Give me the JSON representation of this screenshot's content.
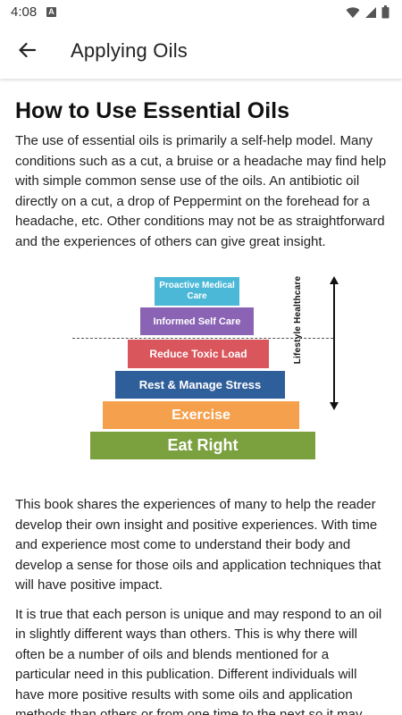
{
  "status_bar": {
    "time": "4:08",
    "notification_icon": "A"
  },
  "app_bar": {
    "title": "Applying Oils"
  },
  "article": {
    "heading": "How to Use Essential Oils",
    "paragraphs": [
      "The use of essential oils is primarily a self-help model. Many conditions such as a cut, a bruise or a headache may find help with simple common sense use of the oils. An antibiotic oil directly on a cut, a drop of Peppermint on the forehead for a headache, etc. Other conditions may not be as straightforward and the experiences of others can give great insight.",
      "This book shares the experiences of many to help the reader develop their own insight and positive experiences. With time and experience most come to understand their body and develop a sense for those oils and application techniques that will have positive impact.",
      "It is true that each person is unique and may respond to an oil in slightly different ways than others. This is why there will often be a number of oils and blends mentioned for a particular need in this publication. Different individuals will have more positive results with some oils and application methods than others or from one time to the next so it may"
    ]
  },
  "pyramid": {
    "tiers": [
      {
        "label": "Proactive Medical Care",
        "color": "#4bb8d8"
      },
      {
        "label": "Informed Self Care",
        "color": "#8a63b4"
      },
      {
        "label": "Reduce Toxic Load",
        "color": "#d9565c"
      },
      {
        "label": "Rest & Manage Stress",
        "color": "#2f5f9a"
      },
      {
        "label": "Exercise",
        "color": "#f5a04c"
      },
      {
        "label": "Eat Right",
        "color": "#7ba03e"
      }
    ],
    "side_label_lines": [
      "Lifestyle",
      "Healthcare"
    ]
  }
}
